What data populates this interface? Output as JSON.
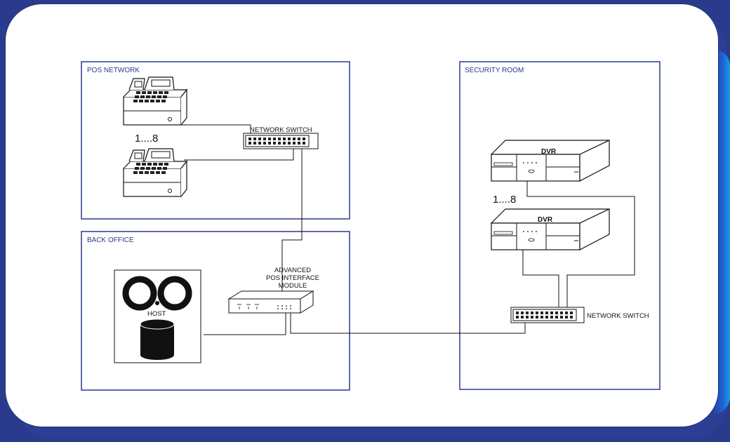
{
  "zones": {
    "pos_network": "POS NETWORK",
    "back_office": "BACK OFFICE",
    "security_room": "SECURITY ROOM"
  },
  "labels": {
    "pos_count": "1....8",
    "dvr_count": "1....8",
    "pos_switch": "NETWORK SWITCH",
    "security_switch": "NETWORK SWITCH",
    "host": "HOST",
    "module_line1": "ADVANCED",
    "module_line2": "POS INTERFACE",
    "module_line3": "MODULE",
    "dvr_top": "DVR",
    "dvr_bottom": "DVR"
  },
  "colors": {
    "frame": "#2a3a8c",
    "zone_border": "#2a3a8c",
    "line": "#111111"
  },
  "icons": [
    "cash-register-icon",
    "network-switch-icon",
    "host-reels-icon",
    "database-icon",
    "interface-module-icon",
    "dvr-icon"
  ]
}
